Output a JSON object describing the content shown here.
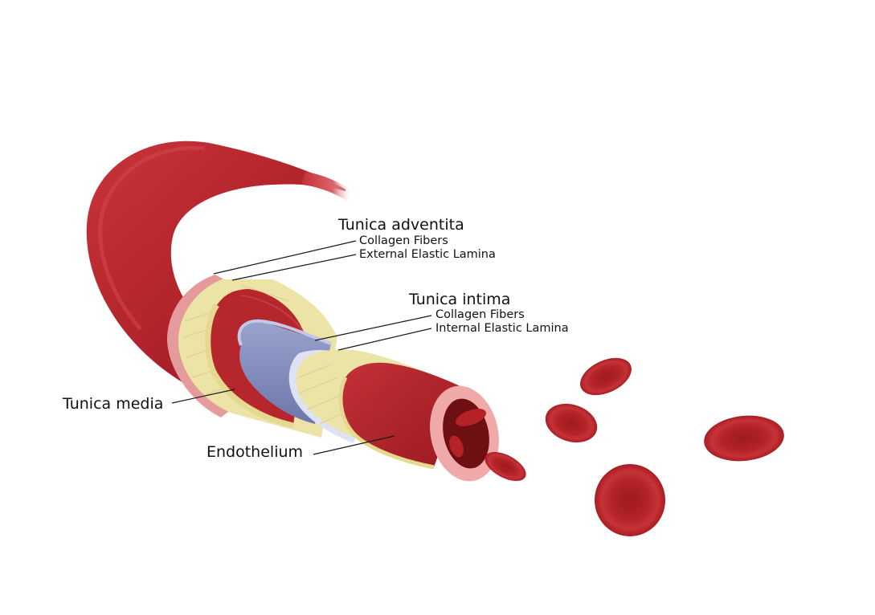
{
  "labels": {
    "tunica_adventita": "Tunica adventita",
    "adventita_collagen": "Collagen Fibers",
    "external_elastic": "External Elastic Lamina",
    "tunica_intima": "Tunica intima",
    "intima_collagen": "Collagen Fibers",
    "internal_elastic": "Internal Elastic Lamina",
    "tunica_media": "Tunica media",
    "endothelium": "Endothelium"
  },
  "colors": {
    "vessel_red": "#b8262c",
    "vessel_dark": "#8e161b",
    "adventitia_pink": "#e59a9c",
    "collagen_yellow": "#ece3a6",
    "media_blue": "#8791bf",
    "lamina_light": "#dfe2f4",
    "lumen_pink": "#efa9a8",
    "rbc_red": "#b52226"
  }
}
